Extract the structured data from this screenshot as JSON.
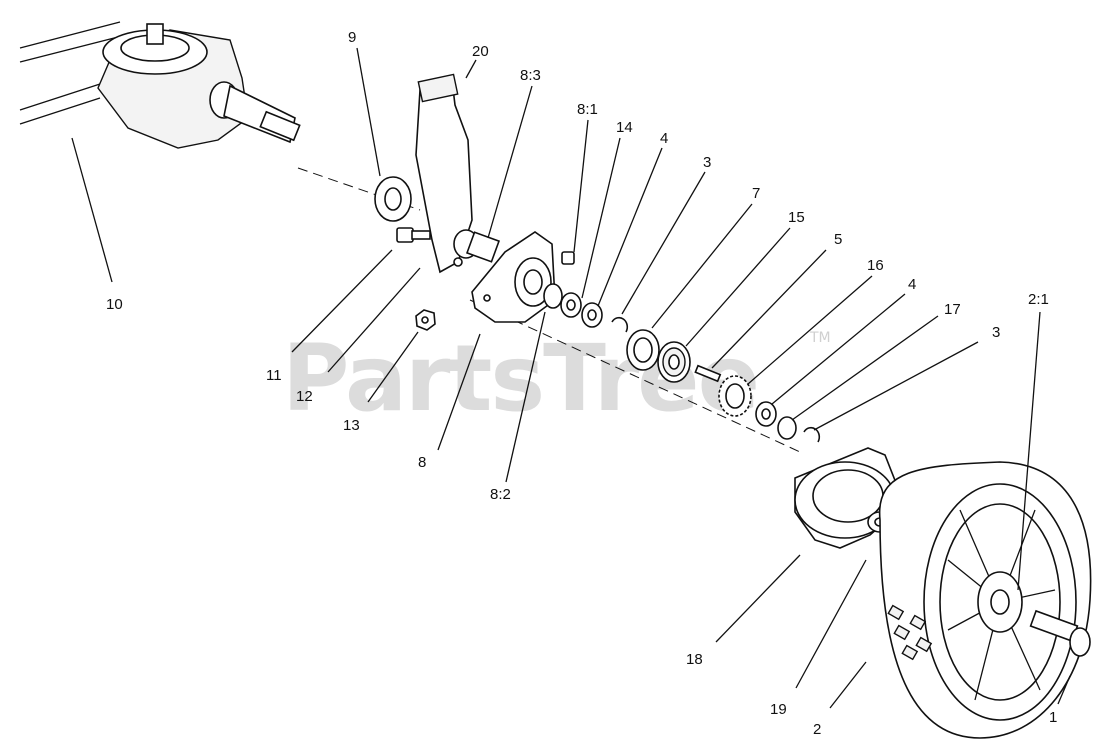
{
  "watermark": {
    "text": "PartsTree",
    "trademark": "TM"
  },
  "callouts": [
    {
      "id": "c10",
      "label": "10"
    },
    {
      "id": "c9",
      "label": "9"
    },
    {
      "id": "c20",
      "label": "20"
    },
    {
      "id": "c8_3",
      "label": "8:3"
    },
    {
      "id": "c8_1",
      "label": "8:1"
    },
    {
      "id": "c14",
      "label": "14"
    },
    {
      "id": "c4a",
      "label": "4"
    },
    {
      "id": "c3a",
      "label": "3"
    },
    {
      "id": "c7",
      "label": "7"
    },
    {
      "id": "c15",
      "label": "15"
    },
    {
      "id": "c5",
      "label": "5"
    },
    {
      "id": "c16",
      "label": "16"
    },
    {
      "id": "c4b",
      "label": "4"
    },
    {
      "id": "c17",
      "label": "17"
    },
    {
      "id": "c3b",
      "label": "3"
    },
    {
      "id": "c11",
      "label": "11"
    },
    {
      "id": "c12",
      "label": "12"
    },
    {
      "id": "c13",
      "label": "13"
    },
    {
      "id": "c8",
      "label": "8"
    },
    {
      "id": "c8_2",
      "label": "8:2"
    },
    {
      "id": "c2_1",
      "label": "2:1"
    },
    {
      "id": "c18",
      "label": "18"
    },
    {
      "id": "c19",
      "label": "19"
    },
    {
      "id": "c2",
      "label": "2"
    },
    {
      "id": "c1",
      "label": "1"
    }
  ]
}
